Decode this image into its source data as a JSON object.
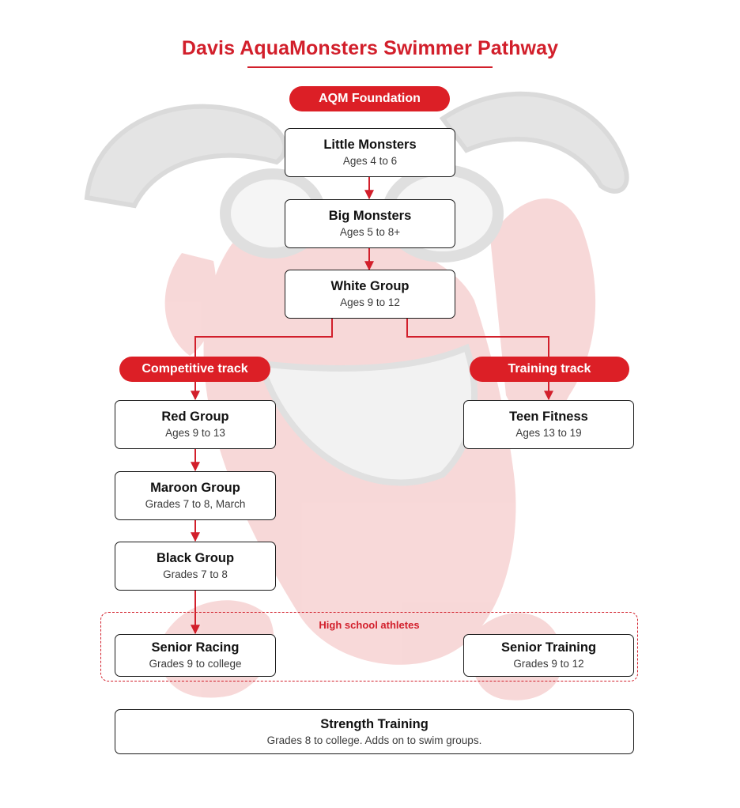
{
  "title": "Davis AquaMonsters Swimmer Pathway",
  "colors": {
    "accent": "#dc1f26",
    "box_border": "#1a1a1a",
    "mascot_red": "#f4c4c4",
    "mascot_gray": "#d7d7d7"
  },
  "background_image": "mascot-watermark",
  "pills": {
    "foundation": "AQM Foundation",
    "competitive": "Competitive track",
    "training": "Training track"
  },
  "groups": {
    "little_monsters": {
      "name": "Little Monsters",
      "sub": "Ages 4 to 6"
    },
    "big_monsters": {
      "name": "Big Monsters",
      "sub": "Ages 5 to 8+"
    },
    "white_group": {
      "name": "White Group",
      "sub": "Ages 9 to 12"
    },
    "red_group": {
      "name": "Red Group",
      "sub": "Ages 9 to 13"
    },
    "teen_fitness": {
      "name": "Teen Fitness",
      "sub": "Ages 13 to 19"
    },
    "maroon_group": {
      "name": "Maroon Group",
      "sub": "Grades 7 to 8, March"
    },
    "black_group": {
      "name": "Black Group",
      "sub": "Grades 7 to 8"
    },
    "senior_racing": {
      "name": "Senior Racing",
      "sub": "Grades 9 to college"
    },
    "senior_training": {
      "name": "Senior Training",
      "sub": "Grades 9 to 12"
    },
    "strength_training": {
      "name": "Strength Training",
      "sub": "Grades 8 to college. Adds on to swim groups."
    }
  },
  "high_school_label": "High school athletes"
}
